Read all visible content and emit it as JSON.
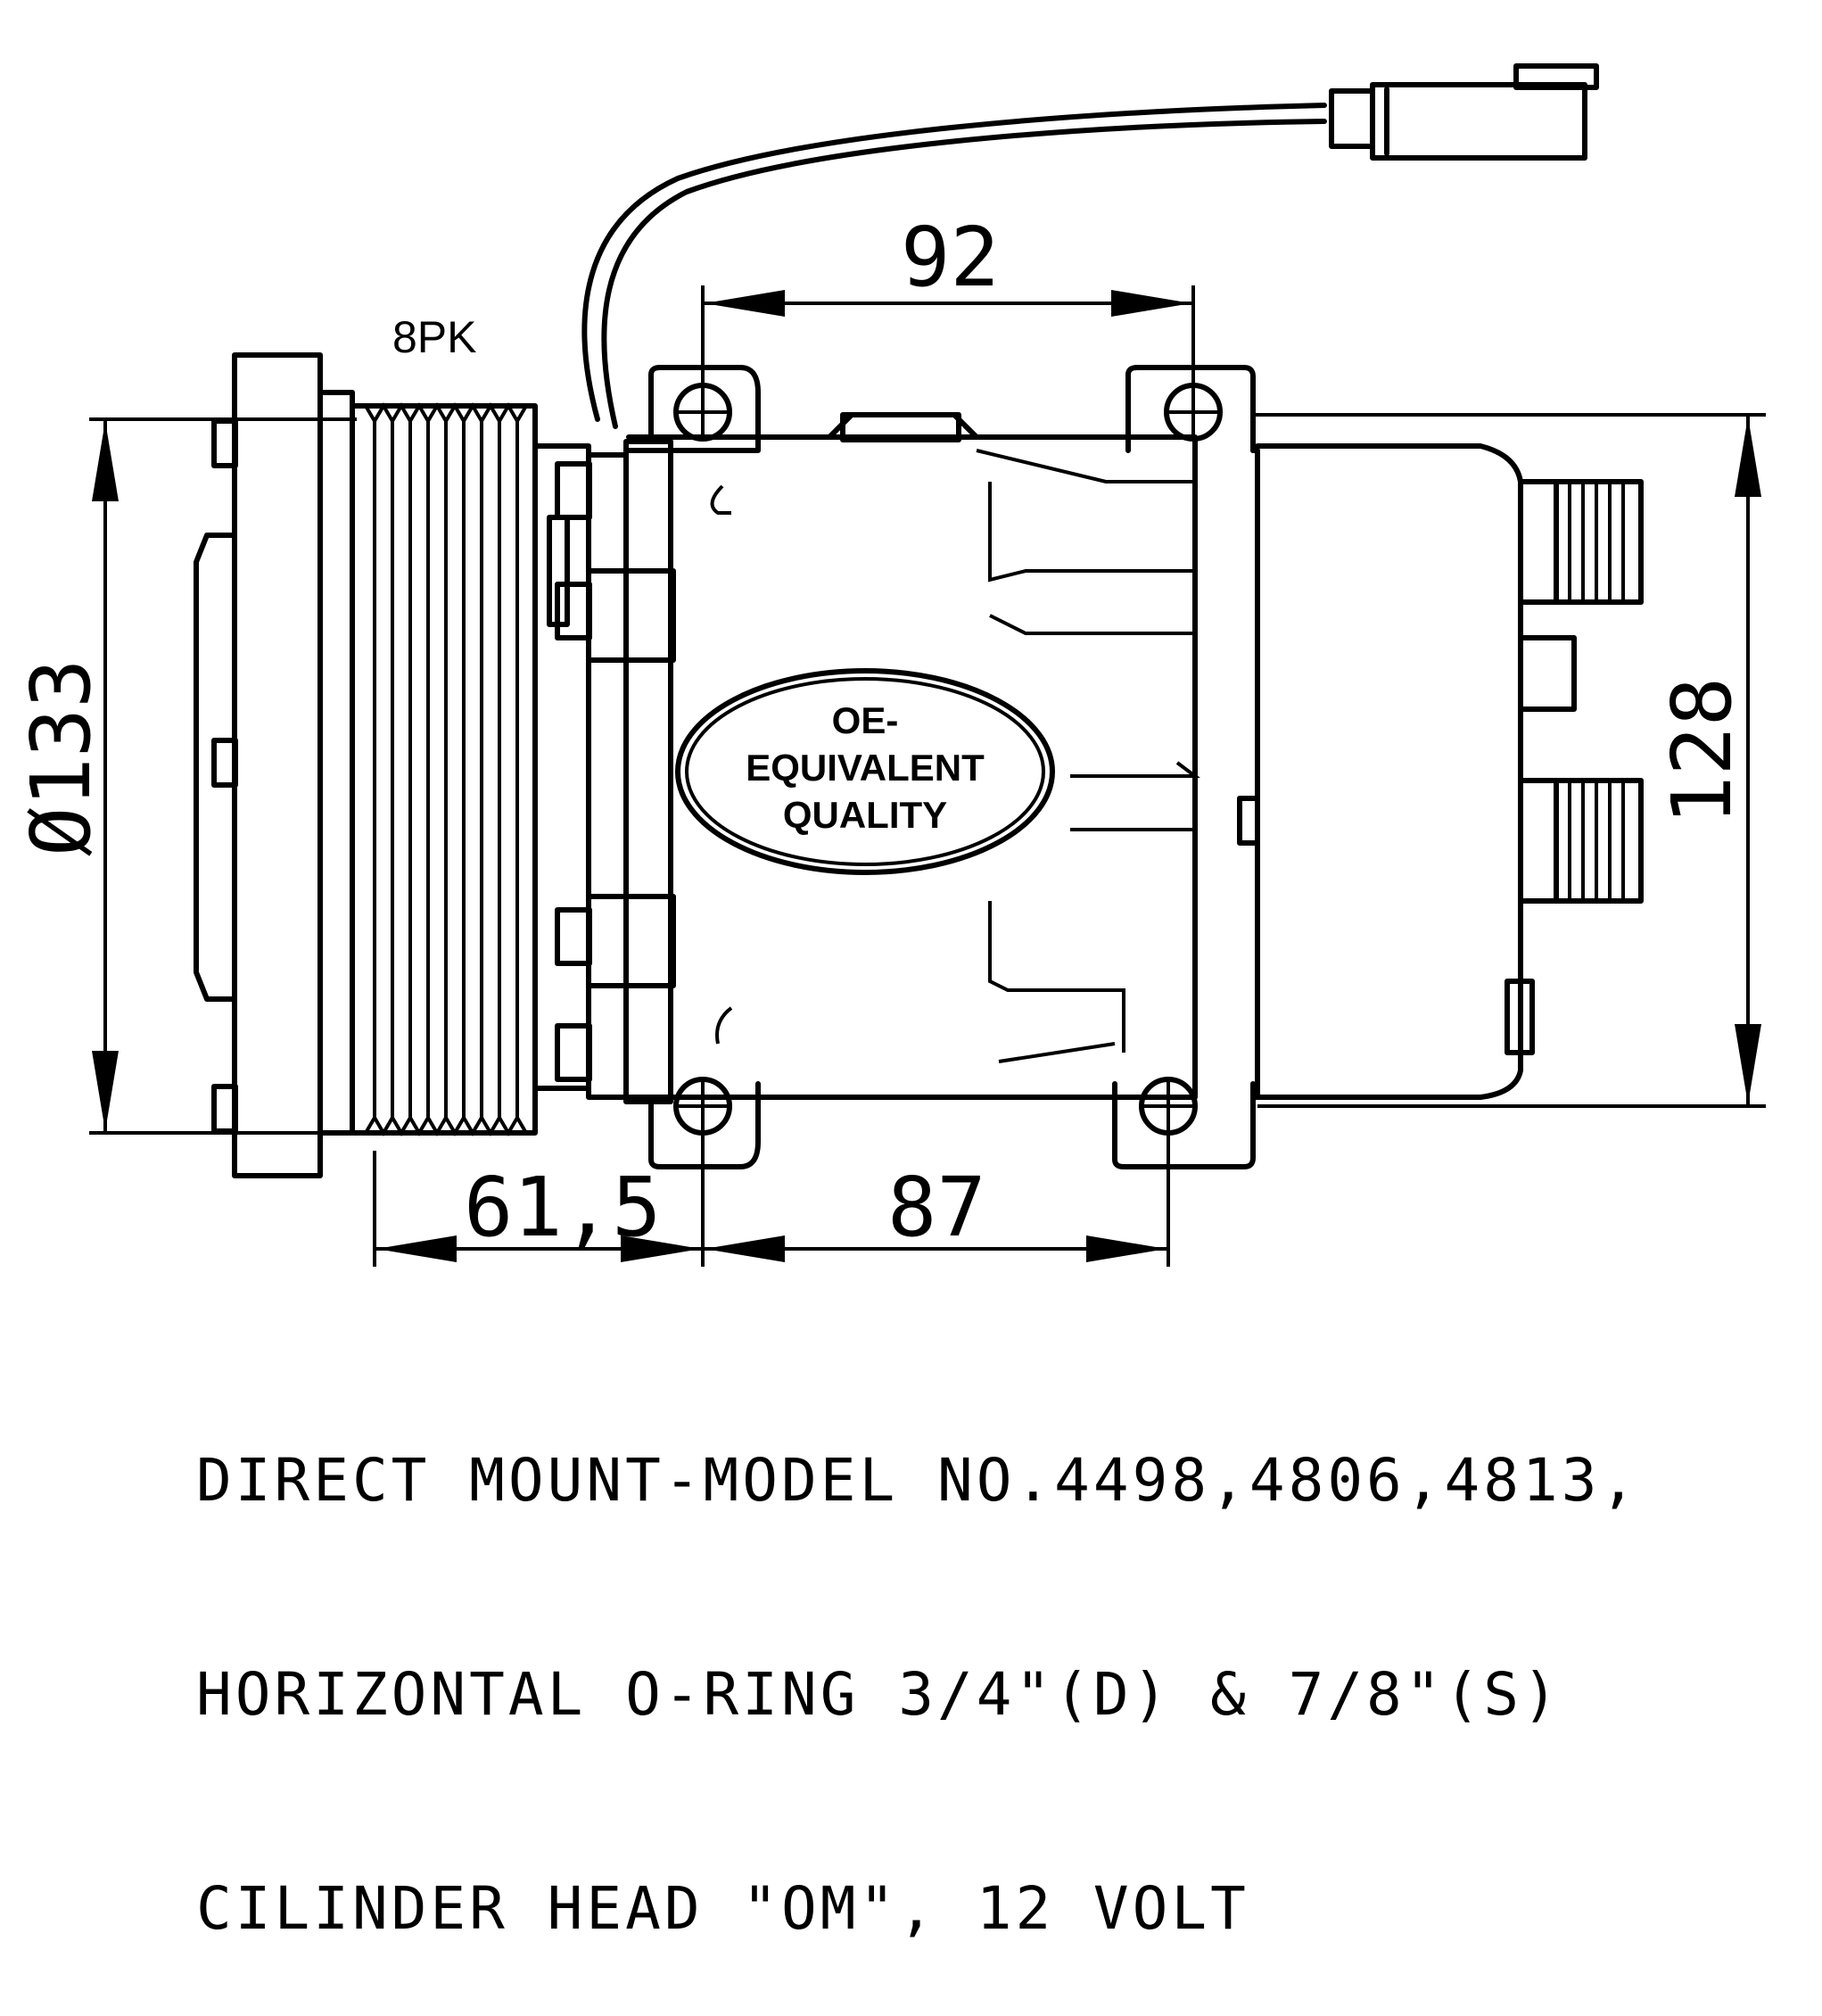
{
  "labels": {
    "belt": "8PK",
    "badge_line1": "OE-",
    "badge_line2": "EQUIVALENT",
    "badge_line3": "QUALITY"
  },
  "dimensions": {
    "top_mount": "92",
    "pulley_offset": "61,5",
    "bottom_mount": "87",
    "pulley_diameter": "Ø133",
    "height": "128"
  },
  "notes": {
    "line1": "DIRECT MOUNT-MODEL NO.4498,4806,4813,",
    "line2": "HORIZONTAL O-RING 3/4\"(D) & 7/8\"(S)",
    "line3": "CILINDER HEAD \"OM\", 12 VOLT"
  }
}
